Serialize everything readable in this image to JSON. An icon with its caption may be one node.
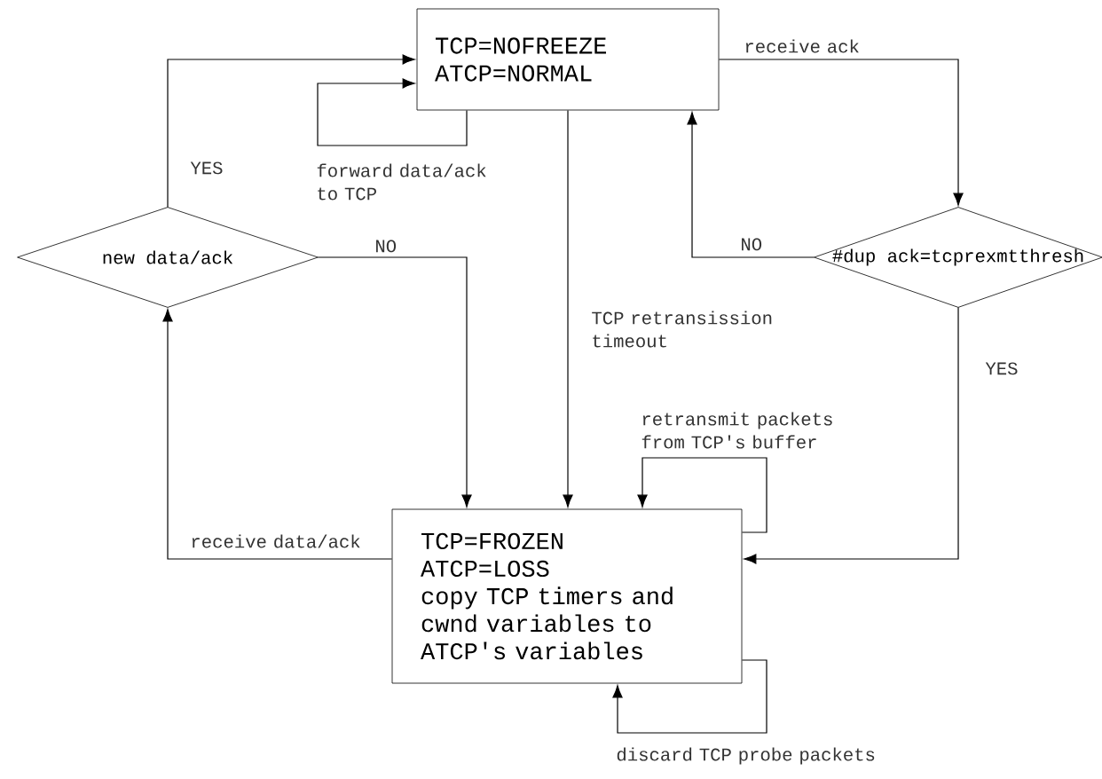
{
  "diagram": {
    "nodes": [
      {
        "text": [
          "TCP=NOFREEZE",
          "ATCP=NORMAL"
        ]
      },
      {
        "text": [
          "new data/ack"
        ]
      },
      {
        "text": [
          "#dup ack=tcprexmtthresh"
        ]
      },
      {
        "text": [
          "TCP=FROZEN",
          "ATCP=LOSS",
          "copy TCP timers and cwnd variables to ATCP's variables"
        ]
      }
    ],
    "edges": [
      {
        "from": 1,
        "to": 0,
        "arrow": "to",
        "label": "YES"
      },
      {
        "from": 0,
        "to": 0,
        "arrow": "to",
        "label": "forward data/ack to TCP"
      },
      {
        "from": 1,
        "to": 3,
        "arrow": "to",
        "label": "NO"
      },
      {
        "from": 0,
        "to": 2,
        "arrow": "to",
        "label": "receive ack"
      },
      {
        "from": 2,
        "to": 0,
        "arrow": "to",
        "label": "NO"
      },
      {
        "from": 0,
        "to": 3,
        "arrow": "to",
        "label": "TCP retransission timeout"
      },
      {
        "from": 2,
        "to": 3,
        "arrow": "to",
        "label": "YES"
      },
      {
        "from": 3,
        "to": 3,
        "arrow": "to",
        "label": "retransmit packets from TCP's buffer"
      },
      {
        "from": 3,
        "to": 3,
        "arrow": "to",
        "label": "discard TCP probe packets"
      },
      {
        "from": 3,
        "to": 1,
        "arrow": "to",
        "label": "receive data/ack"
      }
    ]
  }
}
